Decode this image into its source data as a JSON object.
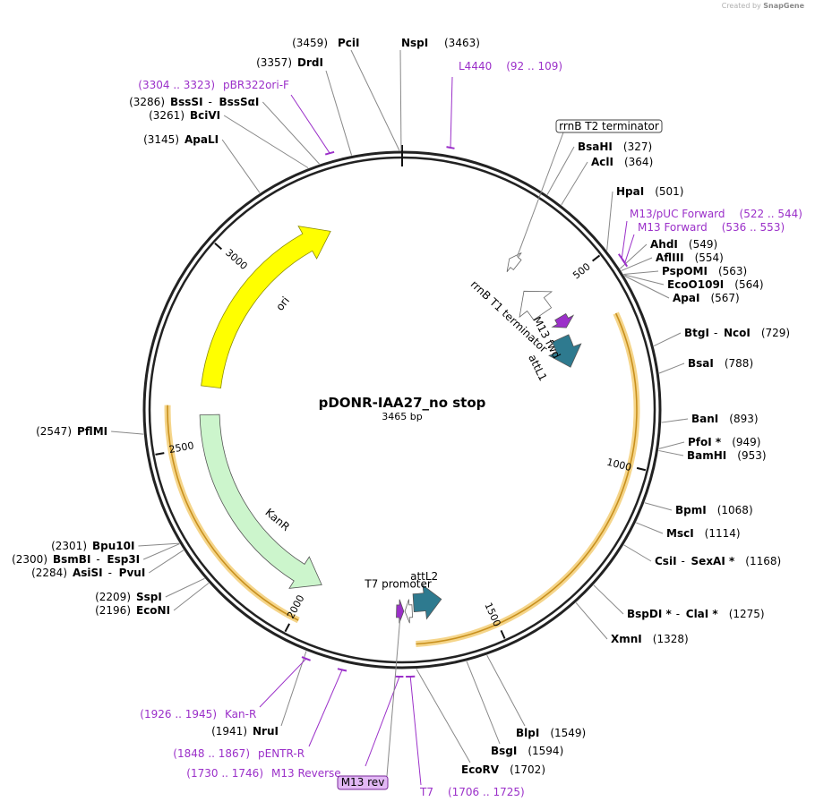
{
  "credit": {
    "prefix": "Created by",
    "brand": "SnapGene"
  },
  "plasmid": {
    "name": "pDONR-IAA27_no stop",
    "length_label": "3465 bp",
    "length": 3465
  },
  "ticks": [
    "500",
    "1000",
    "1500",
    "2000",
    "2500",
    "3000"
  ],
  "features": [
    {
      "name": "ori",
      "start": 2665,
      "end": 3255,
      "dir": 1,
      "color": "#ffff00",
      "layer": 3
    },
    {
      "name": "KanR",
      "start": 1970,
      "end": 2585,
      "dir": -1,
      "color": "#ccf5cc",
      "layer": 3
    },
    {
      "name": "attL1",
      "start": 632,
      "end": 729,
      "dir": 1,
      "color": "#2e7a8f",
      "layer": 1
    },
    {
      "name": "attL2",
      "start": 1620,
      "end": 1700,
      "dir": -1,
      "color": "#2e7a8f",
      "layer": 1
    },
    {
      "name": "M13 fwd",
      "start": 573,
      "end": 610,
      "dir": 1,
      "color": "#9b30c9",
      "layer": 2
    },
    {
      "name": "M13 rev",
      "start": 1728,
      "end": 1748,
      "dir": -1,
      "color": "#9b30c9",
      "layer": 1
    },
    {
      "name": "T7 promoter",
      "start": 1705,
      "end": 1725,
      "dir": 1,
      "color": "#ffffff",
      "layer": 1
    },
    {
      "name": "rrnB T1 terminator",
      "start": 440,
      "end": 535,
      "dir": -1,
      "color": "#ffffff",
      "layer": 3
    },
    {
      "name": "rrnB T2 terminator",
      "start": 340,
      "end": 370,
      "dir": -1,
      "color": "#ffffff",
      "layer": 4
    }
  ],
  "feature_labels": [
    "ori",
    "KanR",
    "attL1",
    "attL2",
    "M13 fwd",
    "T7 promoter",
    "rrnB T1 terminator"
  ],
  "highlights": [
    {
      "start": 632,
      "end": 1700
    },
    {
      "start": 1985,
      "end": 2610
    }
  ],
  "sites": [
    {
      "pos": 3459,
      "num": "(3459)",
      "name": "PciI"
    },
    {
      "pos": 3463,
      "name": "NspI",
      "num": "(3463)"
    },
    {
      "pos": 3357,
      "num": "(3357)",
      "name": "DrdI"
    },
    {
      "pos": 3286,
      "num": "(3286)",
      "name": "BssSI",
      "name2": "BssSαI"
    },
    {
      "pos": 3261,
      "num": "(3261)",
      "name": "BciVI"
    },
    {
      "pos": 3145,
      "num": "(3145)",
      "name": "ApaLI"
    },
    {
      "pos": 2547,
      "num": "(2547)",
      "name": "PflMI"
    },
    {
      "pos": 2301,
      "num": "(2301)",
      "name": "Bpu10I"
    },
    {
      "pos": 2300,
      "num": "(2300)",
      "name": "BsmBI",
      "name2": "Esp3I"
    },
    {
      "pos": 2284,
      "num": "(2284)",
      "name": "AsiSI",
      "name2": "PvuI"
    },
    {
      "pos": 2209,
      "num": "(2209)",
      "name": "SspI"
    },
    {
      "pos": 2196,
      "num": "(2196)",
      "name": "EcoNI"
    },
    {
      "pos": 1941,
      "num": "(1941)",
      "name": "NruI"
    },
    {
      "pos": 1702,
      "name": "EcoRV",
      "num": "(1702)"
    },
    {
      "pos": 1594,
      "name": "BsgI",
      "num": "(1594)"
    },
    {
      "pos": 1549,
      "name": "BlpI",
      "num": "(1549)"
    },
    {
      "pos": 1328,
      "name": "XmnI",
      "num": "(1328)"
    },
    {
      "pos": 1275,
      "name": "BspDI *",
      "name2": "ClaI *",
      "num": "(1275)"
    },
    {
      "pos": 1168,
      "name": "CsiI",
      "name2": "SexAI *",
      "num": "(1168)"
    },
    {
      "pos": 1114,
      "name": "MscI",
      "num": "(1114)"
    },
    {
      "pos": 1068,
      "name": "BpmI",
      "num": "(1068)"
    },
    {
      "pos": 953,
      "name": "BamHI",
      "num": "(953)"
    },
    {
      "pos": 949,
      "name": "PfoI *",
      "num": "(949)"
    },
    {
      "pos": 893,
      "name": "BanI",
      "num": "(893)"
    },
    {
      "pos": 788,
      "name": "BsaI",
      "num": "(788)"
    },
    {
      "pos": 729,
      "name": "BtgI",
      "name2": "NcoI",
      "num": "(729)"
    },
    {
      "pos": 567,
      "name": "ApaI",
      "num": "(567)"
    },
    {
      "pos": 564,
      "name": "EcoO109I",
      "num": "(564)"
    },
    {
      "pos": 563,
      "name": "PspOMI",
      "num": "(563)"
    },
    {
      "pos": 554,
      "name": "AflIII",
      "num": "(554)"
    },
    {
      "pos": 549,
      "name": "AhdI",
      "num": "(549)"
    },
    {
      "pos": 501,
      "name": "HpaI",
      "num": "(501)"
    },
    {
      "pos": 364,
      "name": "AclI",
      "num": "(364)"
    },
    {
      "pos": 327,
      "name": "BsaHI",
      "num": "(327)"
    }
  ],
  "primers": [
    {
      "start": 92,
      "end": 109,
      "name": "L4440",
      "range": "(92 .. 109)"
    },
    {
      "start": 3304,
      "end": 3323,
      "name": "pBR322ori-F",
      "range": "(3304 .. 3323)"
    },
    {
      "start": 522,
      "end": 544,
      "name": "M13/pUC Forward",
      "range": "(522 .. 544)"
    },
    {
      "start": 536,
      "end": 553,
      "name": "M13 Forward",
      "range": "(536 .. 553)"
    },
    {
      "start": 1926,
      "end": 1945,
      "name": "Kan-R",
      "range": "(1926 .. 1945)"
    },
    {
      "start": 1848,
      "end": 1867,
      "name": "pENTR-R",
      "range": "(1848 .. 1867)"
    },
    {
      "start": 1730,
      "end": 1746,
      "name": "M13 Reverse",
      "range": "(1730 .. 1746)"
    },
    {
      "start": 1706,
      "end": 1725,
      "name": "T7",
      "range": "(1706 .. 1725)"
    }
  ],
  "boxed_labels": [
    {
      "feature": "rrnB T2 terminator",
      "text": "rrnB T2 terminator",
      "pos": 355,
      "style": "white"
    },
    {
      "feature": "M13 rev",
      "text": "M13 rev",
      "pos": 1738,
      "style": "purple"
    }
  ],
  "colors": {
    "ring": "#222222",
    "primer": "#9b30c9",
    "highlight": "#f5d58a",
    "highlight_edge": "#c8901e"
  }
}
